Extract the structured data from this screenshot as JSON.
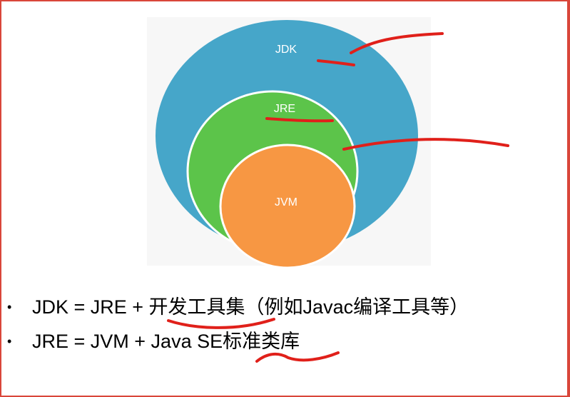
{
  "diagram": {
    "rings": [
      {
        "label": "JDK",
        "color": "#46a6c9"
      },
      {
        "label": "JRE",
        "color": "#5cc44a"
      },
      {
        "label": "JVM",
        "color": "#f79743"
      }
    ],
    "panel_color": "#f7f7f7",
    "annotation_color": "#e0201a"
  },
  "bullets": [
    {
      "marker": "•",
      "text": "JDK = JRE + 开发工具集（例如Javac编译工具等）"
    },
    {
      "marker": "•",
      "text": "JRE = JVM + Java SE标准类库"
    }
  ]
}
